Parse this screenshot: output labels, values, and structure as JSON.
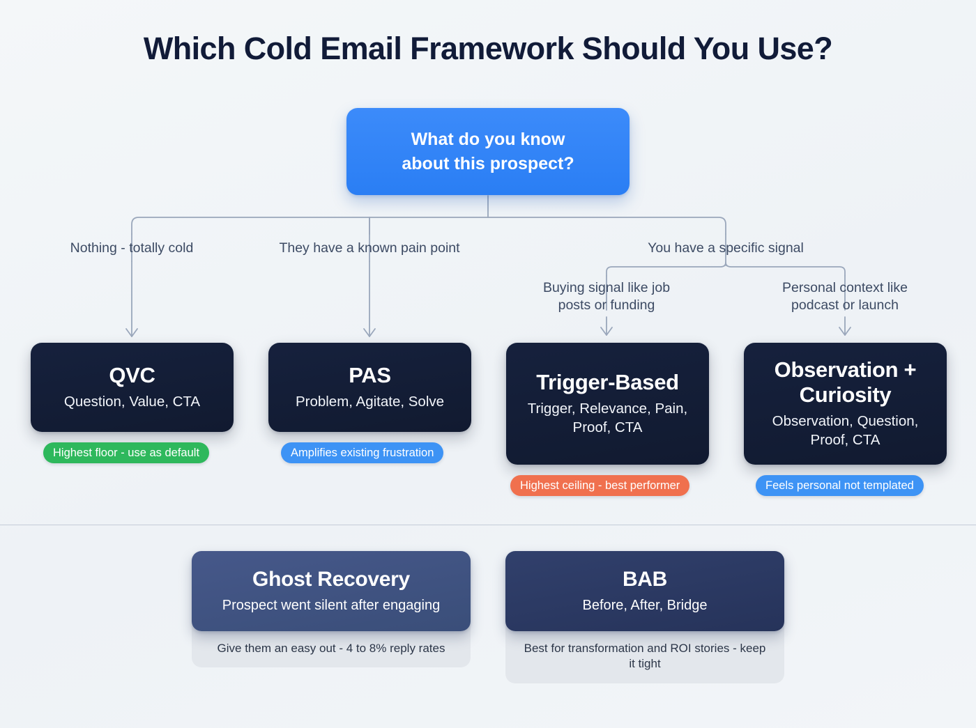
{
  "page": {
    "title": "Which Cold Email Framework Should You Use?",
    "background_color": "#f1f5f8"
  },
  "root": {
    "label_line1": "What do you know",
    "label_line2": "about this prospect?",
    "color": "#2a7ef4"
  },
  "edges": [
    {
      "id": "edge-nothing",
      "label": "Nothing - totally cold"
    },
    {
      "id": "edge-pain",
      "label": "They have a known pain point"
    },
    {
      "id": "edge-signal",
      "label": "You have a specific signal"
    },
    {
      "id": "edge-buying",
      "label_line1": "Buying signal like job",
      "label_line2": "posts or funding"
    },
    {
      "id": "edge-personal",
      "label_line1": "Personal context like",
      "label_line2": "podcast or launch"
    }
  ],
  "frameworks": [
    {
      "id": "qvc",
      "name": "QVC",
      "parts": "Question, Value, CTA",
      "badge": "Highest floor - use as default",
      "badge_color": "#2eb85c"
    },
    {
      "id": "pas",
      "name": "PAS",
      "parts": "Problem, Agitate, Solve",
      "badge": "Amplifies existing frustration",
      "badge_color": "#3d93f5"
    },
    {
      "id": "trigger-based",
      "name": "Trigger-Based",
      "parts_line1": "Trigger, Relevance, Pain,",
      "parts_line2": "Proof, CTA",
      "badge": "Highest ceiling - best performer",
      "badge_color": "#f0704e"
    },
    {
      "id": "observation-curiosity",
      "name_line1": "Observation +",
      "name_line2": "Curiosity",
      "parts_line1": "Observation, Question,",
      "parts_line2": "Proof, CTA",
      "badge": "Feels personal not templated",
      "badge_color": "#3d93f5"
    }
  ],
  "special": [
    {
      "id": "ghost-recovery",
      "name": "Ghost Recovery",
      "subtitle": "Prospect went silent after engaging",
      "note": "Give them an easy out - 4 to 8% reply rates",
      "header_color": "#3d5280"
    },
    {
      "id": "bab",
      "name": "BAB",
      "subtitle": "Before, After, Bridge",
      "note": "Best for transformation and ROI stories - keep it tight",
      "header_color": "#2b3a63"
    }
  ]
}
